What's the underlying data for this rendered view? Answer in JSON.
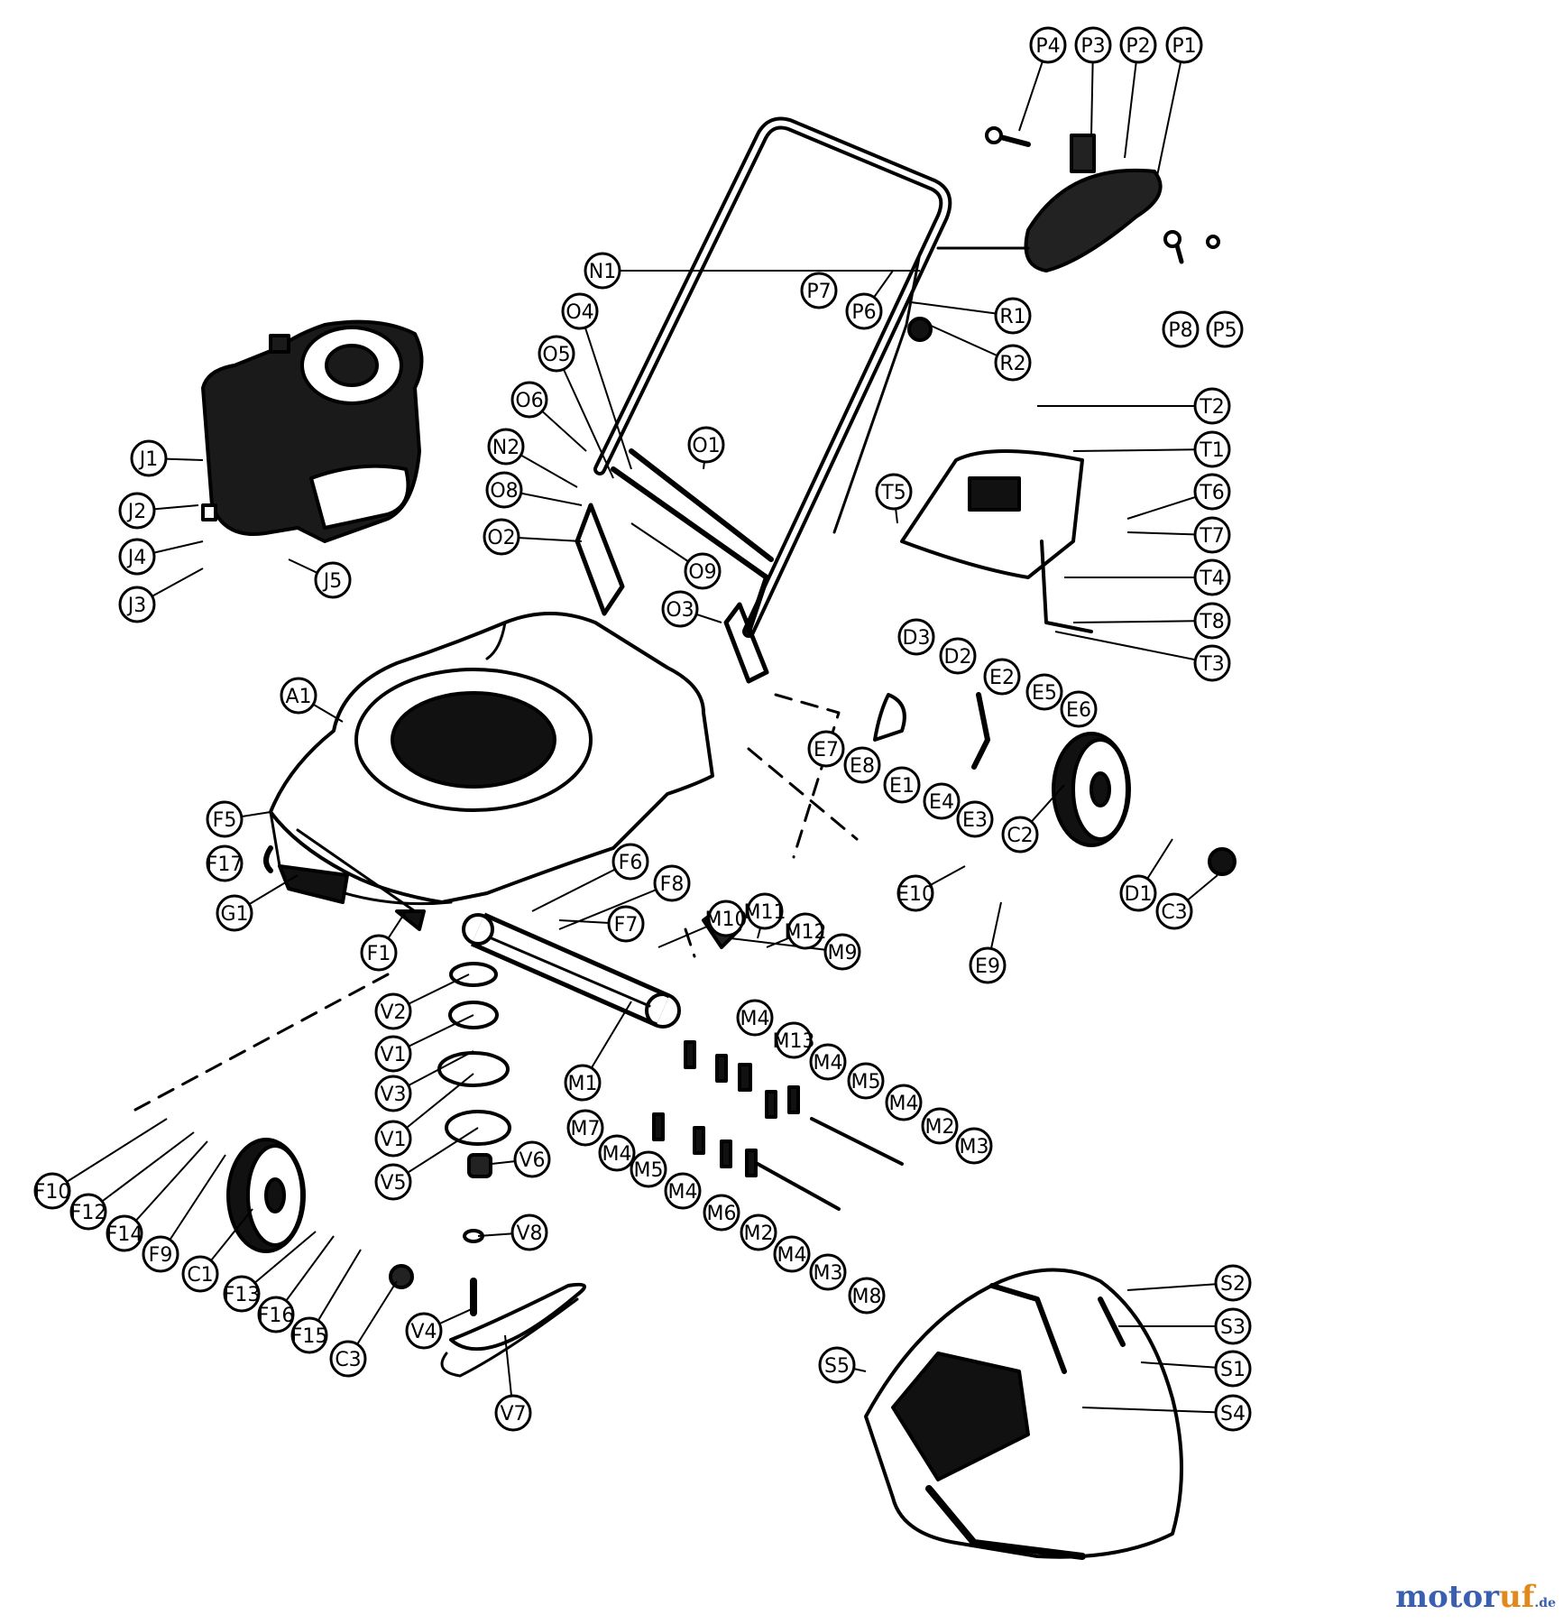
{
  "diagram": {
    "watermark_a": "motor",
    "watermark_b": "uf",
    "watermark_c": ".de",
    "colors": {
      "ink": "#000000",
      "paper": "#ffffff",
      "brand_blue": "#3b5fb0",
      "brand_orange": "#e08a1e"
    },
    "labels": [
      "P4",
      "P3",
      "P2",
      "P1",
      "P7",
      "P6",
      "N1",
      "R1",
      "R2",
      "P8",
      "P5",
      "O4",
      "O5",
      "O6",
      "N2",
      "O1",
      "O8",
      "O2",
      "O9",
      "O3",
      "J1",
      "J2",
      "J4",
      "J3",
      "J5",
      "T2",
      "T1",
      "T5",
      "T6",
      "T7",
      "T4",
      "T8",
      "T3",
      "A1",
      "D3",
      "D2",
      "E2",
      "E5",
      "E6",
      "E7",
      "E8",
      "E1",
      "E4",
      "E3",
      "C2",
      "F5",
      "F17",
      "G1",
      "F1",
      "F6",
      "F8",
      "F7",
      "M10",
      "M11",
      "M12",
      "M9",
      "E10",
      "E9",
      "D1",
      "C3",
      "V2",
      "V1",
      "V3",
      "V1",
      "V5",
      "V6",
      "V8",
      "V4",
      "V7",
      "M1",
      "M4",
      "M13",
      "M4",
      "M5",
      "M4",
      "M2",
      "M3",
      "M7",
      "M4",
      "M5",
      "M4",
      "M6",
      "M2",
      "M4",
      "M3",
      "M8",
      "F10",
      "F12",
      "F14",
      "F9",
      "C1",
      "F13",
      "F16",
      "F15",
      "C3",
      "S2",
      "S3",
      "S1",
      "S4",
      "S5"
    ]
  }
}
